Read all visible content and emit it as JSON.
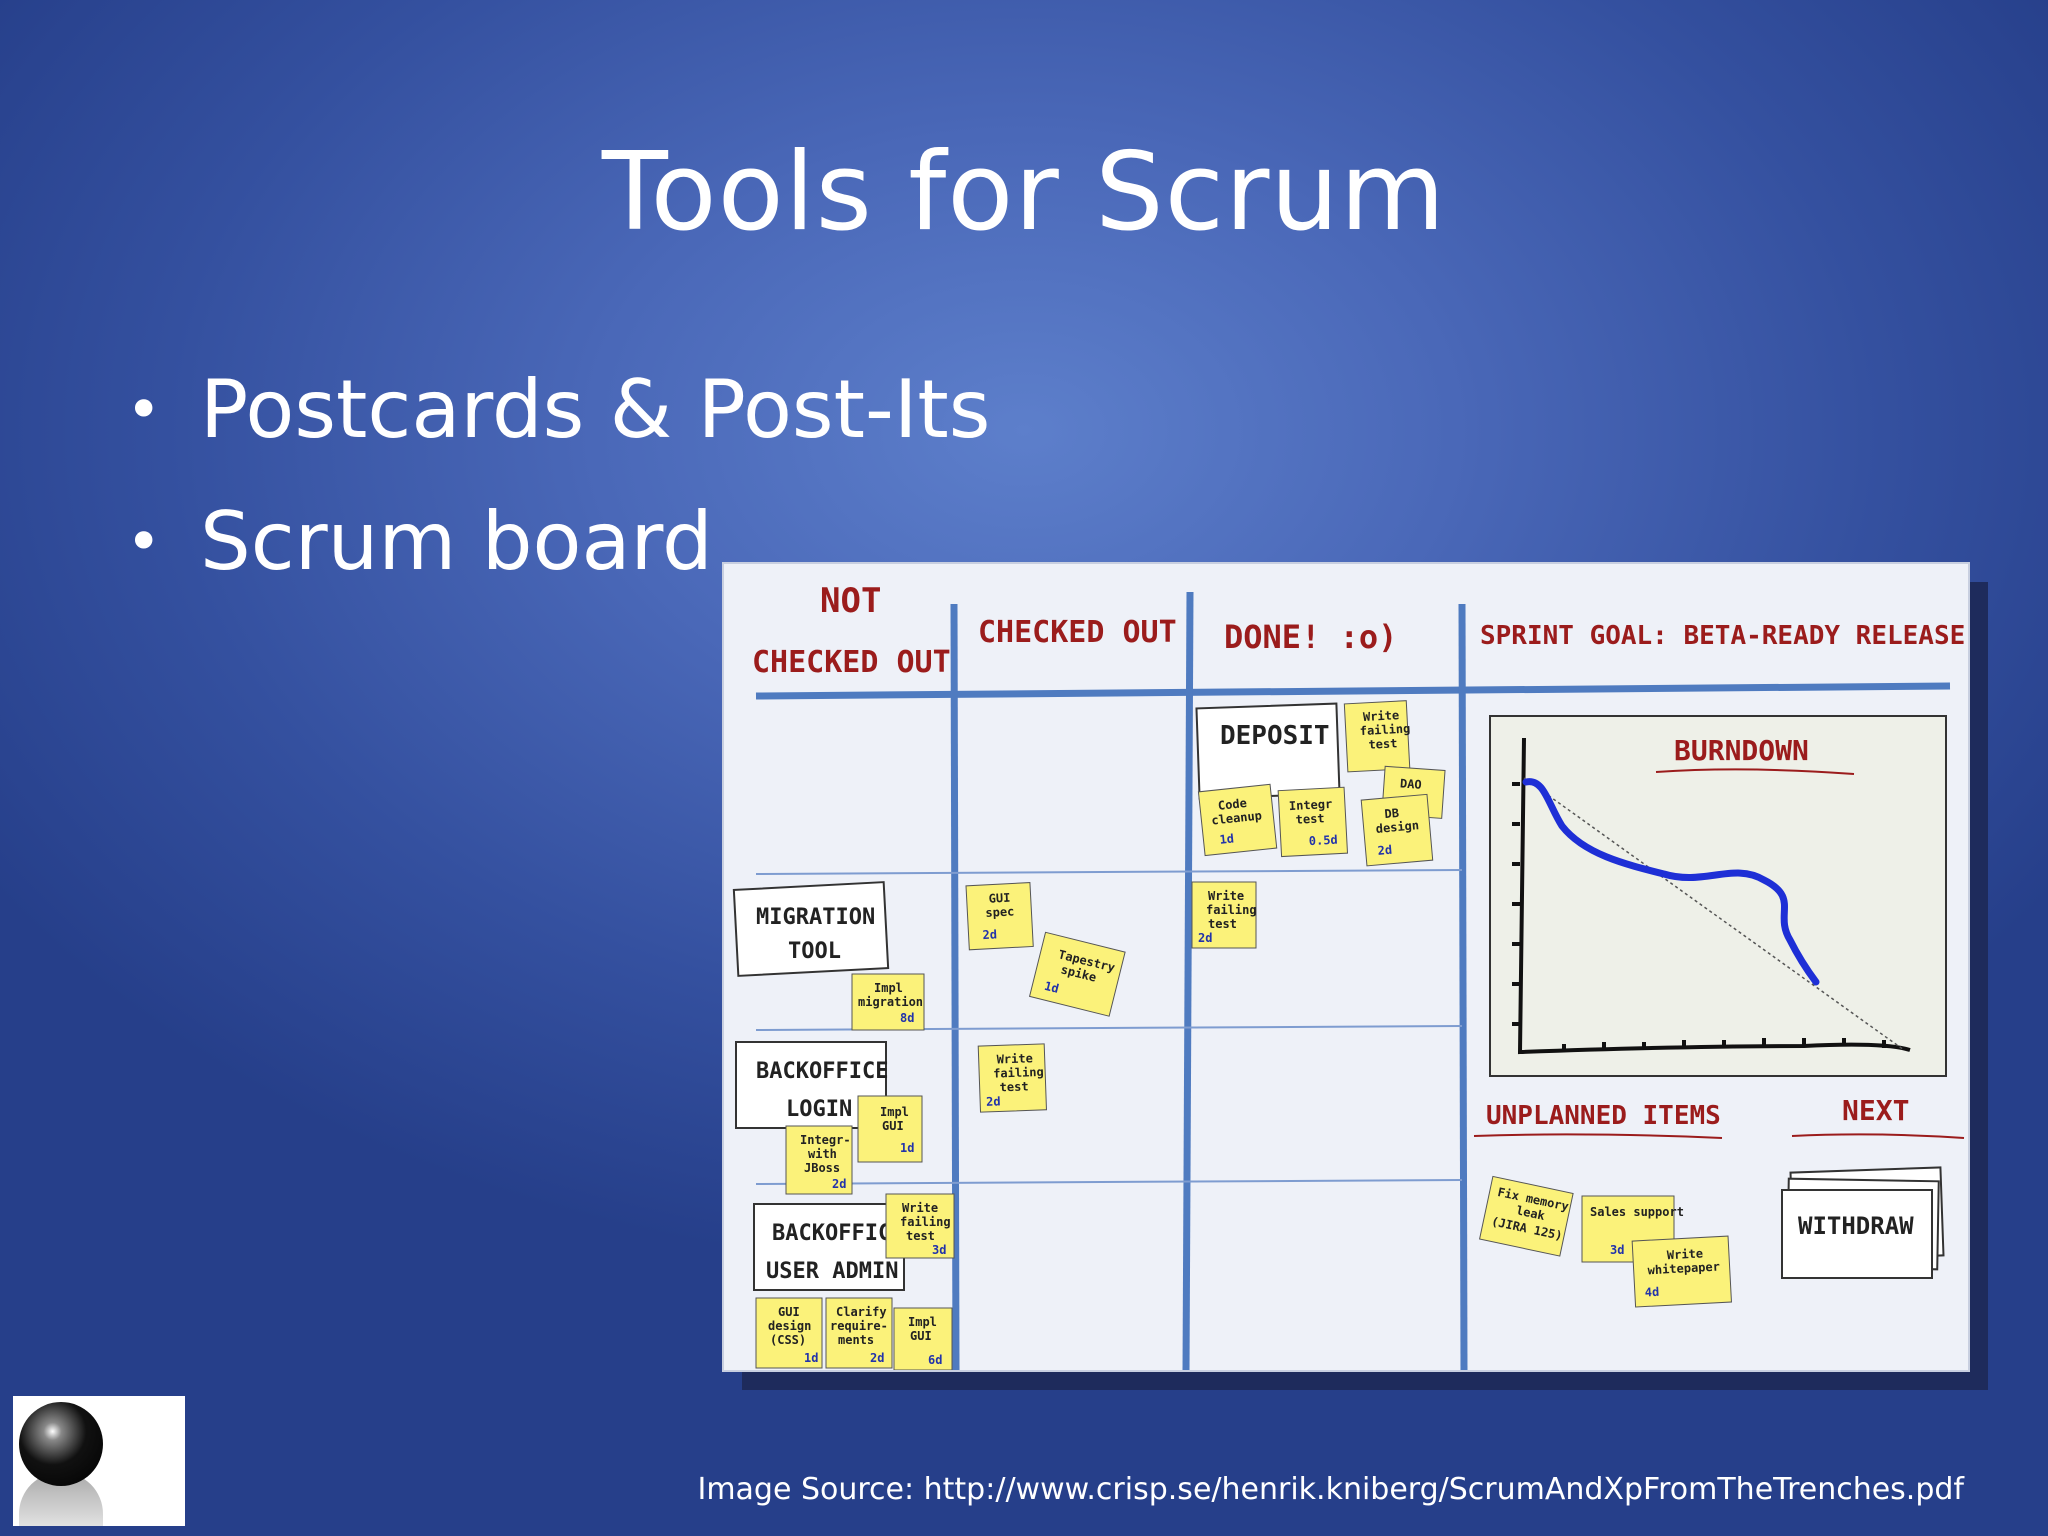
{
  "slide": {
    "title": "Tools for Scrum",
    "bullets": [
      "Postcards & Post-Its",
      "Scrum board"
    ],
    "source": "Image Source: http://www.crisp.se/henrik.kniberg/ScrumAndXpFromTheTrenches.pdf"
  },
  "board": {
    "columns": {
      "not_checked_out_1": "NOT",
      "not_checked_out_2": "CHECKED OUT",
      "checked_out": "CHECKED OUT",
      "done": "DONE! :o)",
      "sprint_goal": "SPRINT GOAL: BETA-READY RELEASE!"
    },
    "stories": {
      "deposit": "DEPOSIT",
      "migration_1": "MIGRATION",
      "migration_2": "TOOL",
      "backoffice_login_1": "BACKOFFICE",
      "backoffice_login_2": "LOGIN",
      "backoffice_admin_1": "BACKOFFICE",
      "backoffice_admin_2": "USER ADMIN"
    },
    "notes": {
      "write_failing_test_1": "Write",
      "write_failing_test_2": "failing",
      "write_failing_test_3": "test",
      "code_cleanup_1": "Code",
      "code_cleanup_2": "cleanup",
      "code_cleanup_est": "1d",
      "integr_test_1": "Integr",
      "integr_test_2": "test",
      "integr_test_est": "0.5d",
      "dao": "DAO",
      "db_design_1": "DB",
      "db_design_2": "design",
      "db_design_est": "2d",
      "gui_spec_1": "GUI",
      "gui_spec_2": "spec",
      "gui_spec_est": "2d",
      "tapestry_1": "Tapestry",
      "tapestry_2": "spike",
      "tapestry_est": "1d",
      "impl_migration_1": "Impl",
      "impl_migration_2": "migration",
      "impl_migration_est": "8d",
      "impl_gui_1": "Impl",
      "impl_gui_2": "GUI",
      "impl_gui_est": "1d",
      "integr_jboss_1": "Integr-",
      "integr_jboss_2": "with",
      "integr_jboss_3": "JBoss",
      "integr_jboss_est": "2d",
      "gui_design_1": "GUI",
      "gui_design_2": "design",
      "gui_design_3": "(CSS)",
      "gui_design_est": "1d",
      "clarify_1": "Clarify",
      "clarify_2": "require-",
      "clarify_3": "ments",
      "clarify_est": "2d",
      "impl_gui2_est": "6d",
      "est_2d": "2d",
      "est_3d": "3d",
      "fix_memory_1": "Fix memory",
      "fix_memory_2": "leak",
      "fix_memory_3": "(JIRA 125)",
      "sales_support": "Sales support",
      "sales_est": "3d",
      "whitepaper_1": "Write",
      "whitepaper_2": "whitepaper",
      "whitepaper_est": "4d"
    },
    "burndown_title": "BURNDOWN",
    "unplanned_title": "UNPLANNED ITEMS",
    "next_title": "NEXT",
    "withdraw": "WITHDRAW"
  }
}
